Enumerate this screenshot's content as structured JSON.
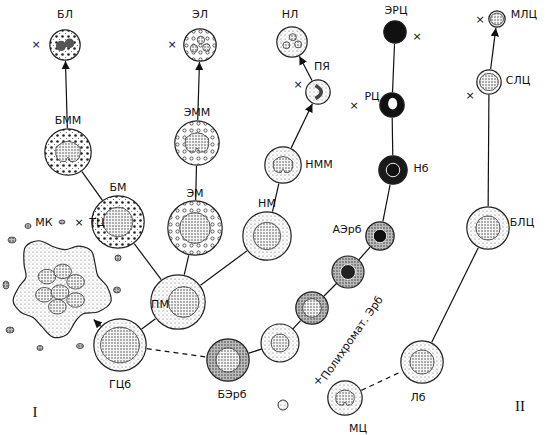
{
  "diagram": {
    "nodes": [
      {
        "text": [
          "БЛ"
        ]
      },
      {
        "text": [
          "ЭЛ"
        ]
      },
      {
        "text": [
          "НЛ"
        ]
      },
      {
        "text": [
          "ЭРЦ"
        ]
      },
      {
        "text": [
          "МЛЦ"
        ]
      },
      {
        "text": [
          "ПЯ"
        ]
      },
      {
        "text": [
          "РЦ"
        ]
      },
      {
        "text": [
          "СЛЦ"
        ]
      },
      {
        "text": [
          "БММ"
        ]
      },
      {
        "text": [
          "ЭММ"
        ]
      },
      {
        "text": [
          "НММ"
        ]
      },
      {
        "text": [
          "Нб"
        ]
      },
      {
        "text": [
          "БМ"
        ]
      },
      {
        "text": [
          "ЭМ"
        ]
      },
      {
        "text": [
          "НМ"
        ]
      },
      {
        "text": [
          "АЭрб"
        ]
      },
      {
        "text": [
          "БЛЦ"
        ]
      },
      {
        "text": [
          "МК"
        ]
      },
      {
        "text": [
          "ПМ"
        ]
      },
      {
        "text": [
          "Полихромат. Эрб"
        ]
      },
      {
        "text": [
          "ГЦб"
        ]
      },
      {
        "text": [
          "БЭрб"
        ]
      },
      {
        "text": [
          "Лб"
        ]
      },
      {
        "text": [
          "МЦ"
        ]
      }
    ],
    "edges": [
      {
        "from": 20,
        "to": 17,
        "arrow": "to"
      },
      {
        "from": 20,
        "to": 18,
        "arrow": "none"
      },
      {
        "from": 20,
        "to": 21,
        "arrow": "none"
      },
      {
        "from": 18,
        "to": 12,
        "arrow": "none"
      },
      {
        "from": 18,
        "to": 13,
        "arrow": "none"
      },
      {
        "from": 18,
        "to": 14,
        "arrow": "none"
      },
      {
        "from": 12,
        "to": 8,
        "arrow": "none"
      },
      {
        "from": 13,
        "to": 9,
        "arrow": "none"
      },
      {
        "from": 14,
        "to": 10,
        "arrow": "none"
      },
      {
        "from": 8,
        "to": 0,
        "arrow": "to"
      },
      {
        "from": 9,
        "to": 1,
        "arrow": "to"
      },
      {
        "from": 10,
        "to": 5,
        "arrow": "to"
      },
      {
        "from": 5,
        "to": 2,
        "arrow": "to"
      },
      {
        "from": 21,
        "to": 19,
        "arrow": "none"
      },
      {
        "from": 19,
        "to": 15,
        "arrow": "none"
      },
      {
        "from": 15,
        "to": 11,
        "arrow": "none"
      },
      {
        "from": 11,
        "to": 6,
        "arrow": "none"
      },
      {
        "from": 6,
        "to": 3,
        "arrow": "none"
      },
      {
        "from": 23,
        "to": 22,
        "arrow": "none"
      },
      {
        "from": 22,
        "to": 16,
        "arrow": "none"
      },
      {
        "from": 16,
        "to": 7,
        "arrow": "none"
      },
      {
        "from": 7,
        "to": 4,
        "arrow": "to"
      }
    ],
    "labels": [
      "×",
      "×",
      "×",
      "×",
      "×",
      "×",
      "×",
      "×",
      "ТЦ",
      "×",
      "I",
      "II"
    ]
  }
}
